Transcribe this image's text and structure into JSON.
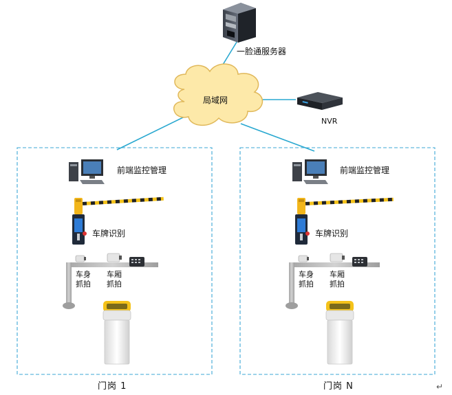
{
  "server": {
    "label": "一脸通服务器"
  },
  "network": {
    "label": "局域网"
  },
  "nvr": {
    "label": "NVR"
  },
  "gates": [
    {
      "title": "门岗 1",
      "monitor_label": "前端监控管理",
      "plate_label": "车牌识别",
      "body_cam_label": [
        "车身",
        "抓拍"
      ],
      "cabin_cam_label": [
        "车厢",
        "抓拍"
      ]
    },
    {
      "title": "门岗 N",
      "monitor_label": "前端监控管理",
      "plate_label": "车牌识别",
      "body_cam_label": [
        "车身",
        "抓拍"
      ],
      "cabin_cam_label": [
        "车厢",
        "抓拍"
      ]
    }
  ],
  "return_mark": "↵",
  "colors": {
    "link_line": "#29a8d0",
    "dashed_border": "#3ba7d6",
    "cloud_fill": "#fde9a9",
    "cloud_stroke": "#e0b85a",
    "barrier_yellow": "#f2b61b",
    "pole_gray": "#b3b3b3",
    "truck_cab": "#f4c21a"
  }
}
